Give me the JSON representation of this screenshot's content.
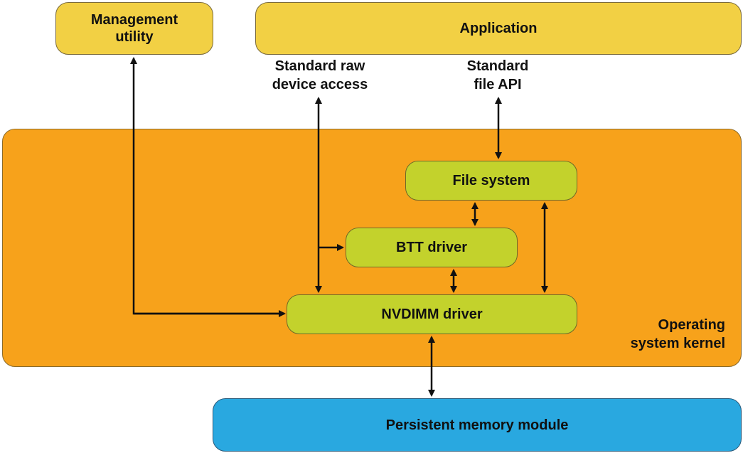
{
  "diagram": {
    "nodes": {
      "management_utility": "Management utility",
      "application": "Application",
      "os_kernel": "Operating system kernel",
      "file_system": "File system",
      "btt_driver": "BTT driver",
      "nvdimm_driver": "NVDIMM driver",
      "persistent_memory": "Persistent memory module"
    },
    "labels": {
      "raw_access_line1": "Standard raw",
      "raw_access_line2": "device access",
      "file_api_line1": "Standard",
      "file_api_line2": "file API",
      "mgmt_line1": "Management",
      "mgmt_line2": "utility",
      "kernel_line1": "Operating",
      "kernel_line2": "system kernel"
    },
    "edges": [
      {
        "from": "nvdimm_driver",
        "to": "management_utility",
        "type": "one-way"
      },
      {
        "from": "application",
        "to": "nvdimm_driver",
        "type": "one-way",
        "via": "Standard raw device access"
      },
      {
        "from": "application",
        "to": "btt_driver",
        "type": "one-way",
        "via": "Standard raw device access"
      },
      {
        "from": "application",
        "to": "file_system",
        "type": "bidirectional",
        "via": "Standard file API"
      },
      {
        "from": "file_system",
        "to": "btt_driver",
        "type": "bidirectional"
      },
      {
        "from": "btt_driver",
        "to": "nvdimm_driver",
        "type": "bidirectional"
      },
      {
        "from": "file_system",
        "to": "nvdimm_driver",
        "type": "bidirectional"
      },
      {
        "from": "nvdimm_driver",
        "to": "persistent_memory",
        "type": "bidirectional"
      }
    ],
    "colors": {
      "user_space": "#f2d044",
      "kernel": "#f7a21b",
      "driver": "#c3d22c",
      "hardware": "#29a8e0"
    }
  }
}
